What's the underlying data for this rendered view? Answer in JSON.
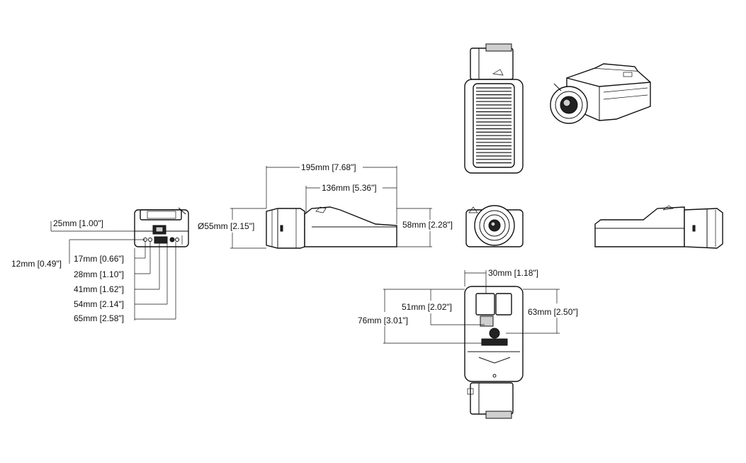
{
  "dimensions": {
    "length_total": "195mm [7.68\"]",
    "length_body": "136mm [5.36\"]",
    "lens_diameter": "Ø55mm [2.15\"]",
    "height": "58mm [2.28\"]",
    "top_offset": "25mm [1.00\"]",
    "side_12": "12mm [0.49\"]",
    "side_17": "17mm [0.66\"]",
    "side_28": "28mm [1.10\"]",
    "side_41": "41mm [1.62\"]",
    "side_54": "54mm [2.14\"]",
    "side_65": "65mm [2.58\"]",
    "bottom_30": "30mm [1.18\"]",
    "bottom_51": "51mm [2.02\"]",
    "bottom_76": "76mm [3.01\"]",
    "bottom_63": "63mm [2.50\"]"
  },
  "colors": {
    "line": "#111111",
    "background": "#ffffff"
  }
}
